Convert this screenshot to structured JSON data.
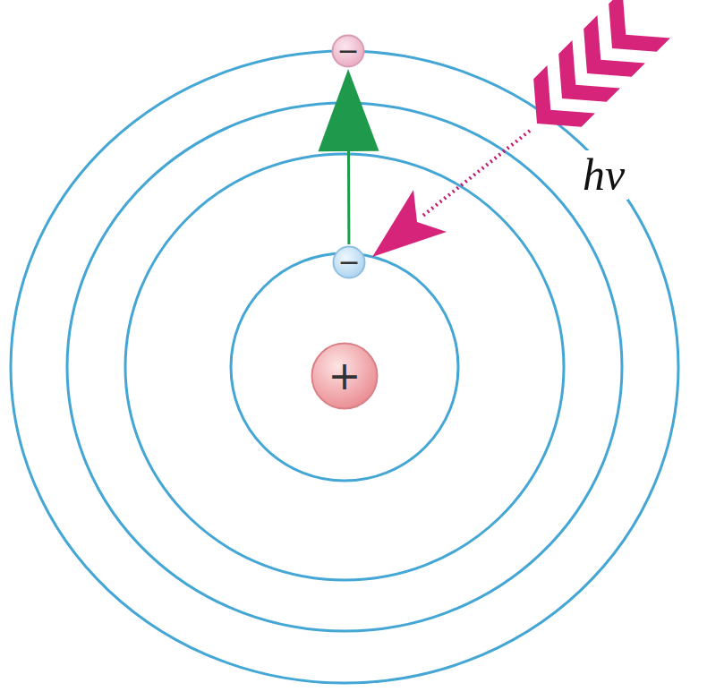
{
  "diagram": {
    "nodes": [
      {
        "text": [
          "−"
        ]
      },
      {
        "text": [
          "−"
        ]
      },
      {
        "text": [
          "+"
        ]
      }
    ],
    "edges": [
      {
        "from": 1,
        "to": 0,
        "arrow": "to"
      }
    ],
    "labels": [
      "hν"
    ]
  }
}
